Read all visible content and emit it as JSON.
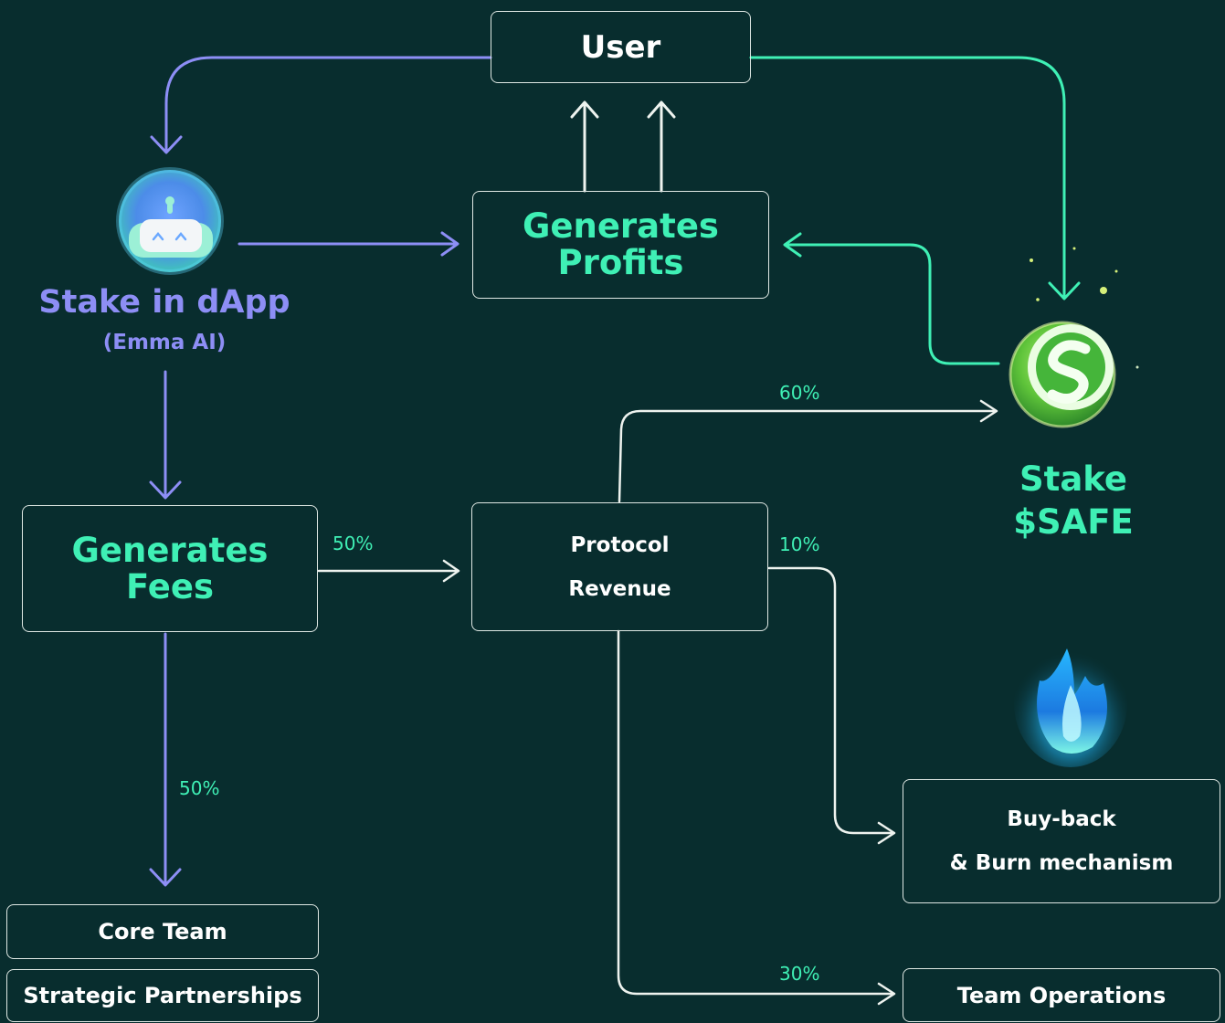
{
  "nodes": {
    "user": "User",
    "profits_line1": "Generates",
    "profits_line2": "Profits",
    "fees_line1": "Generates",
    "fees_line2": "Fees",
    "revenue_line1": "Protocol",
    "revenue_line2": "Revenue",
    "buyback_line1": "Buy-back",
    "buyback_line2": "& Burn mechanism",
    "core_team": "Core Team",
    "partnerships": "Strategic Partnerships",
    "team_ops": "Team Operations"
  },
  "labels": {
    "dapp_title": "Stake in dApp",
    "dapp_sub": "(Emma AI)",
    "stake_line1": "Stake",
    "stake_line2": "$SAFE"
  },
  "percentages": {
    "fees_to_revenue": "50%",
    "fees_to_team": "50%",
    "revenue_to_stake": "60%",
    "revenue_to_burn": "10%",
    "revenue_to_ops": "30%"
  },
  "icons": {
    "dapp": "robot-icon",
    "stake": "safe-coin-icon",
    "burn": "blue-flame-icon"
  },
  "colors": {
    "background": "#082d2e",
    "accent_green": "#3ff0b5",
    "accent_purple": "#8d8ef5",
    "line": "#dfe8e4"
  }
}
